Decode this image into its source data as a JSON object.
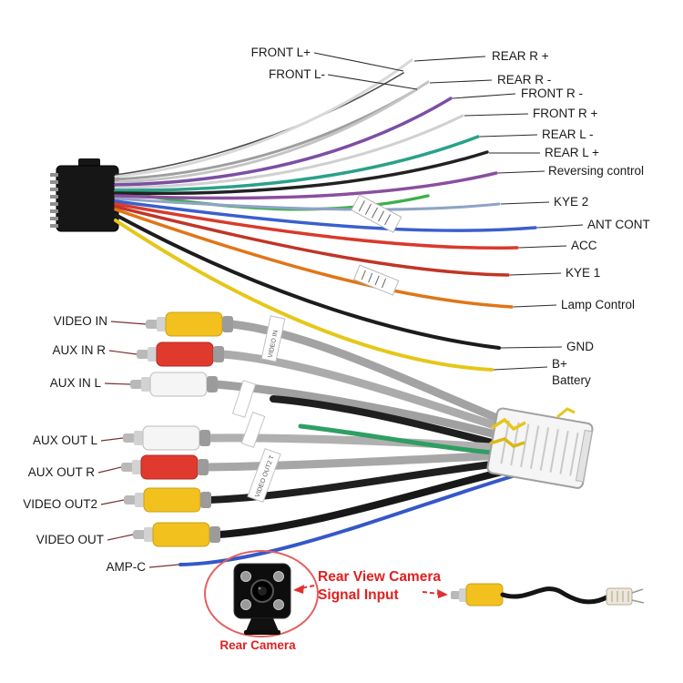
{
  "colors": {
    "accent_red": "#e02020",
    "wire_yellow": "#e6c619",
    "wire_orange": "#e07518",
    "wire_red": "#d93a2b",
    "wire_blue": "#3a5fcd",
    "wire_green": "#3fae4c",
    "wire_teal": "#2aa189",
    "wire_purple": "#7b4fa5",
    "rca_yellow": "#f2c11e",
    "rca_red": "#e03a2f",
    "rca_white": "#f5f5f5"
  },
  "top_left_labels": [
    {
      "text": "FRONT L+"
    },
    {
      "text": "FRONT L-"
    }
  ],
  "right_labels": [
    {
      "text": "REAR R +"
    },
    {
      "text": "REAR R -"
    },
    {
      "text": "FRONT R -"
    },
    {
      "text": "FRONT R +"
    },
    {
      "text": "REAR L -"
    },
    {
      "text": "REAR L +"
    },
    {
      "text": "Reversing control"
    },
    {
      "text": "KYE 2"
    },
    {
      "text": "ANT CONT"
    },
    {
      "text": "ACC"
    },
    {
      "text": "KYE 1"
    },
    {
      "text": "Lamp Control"
    },
    {
      "text": "GND"
    },
    {
      "text": "B+"
    },
    {
      "text": "Battery"
    }
  ],
  "mid_left_labels": [
    {
      "text": "VIDEO IN"
    },
    {
      "text": "AUX IN R"
    },
    {
      "text": "AUX  IN L"
    },
    {
      "text": "AUX OUT L"
    },
    {
      "text": "AUX OUT R"
    },
    {
      "text": "VIDEO OUT2"
    },
    {
      "text": "VIDEO OUT"
    },
    {
      "text": "AMP-C"
    }
  ],
  "wire_tags": {
    "video_in": "VIDEO IN",
    "video_out2": "VIDEO OUT2 T"
  },
  "bottom": {
    "camera_caption": "Rear Camera",
    "note_line1": "Rear View Camera",
    "note_line2": "Signal Input"
  }
}
